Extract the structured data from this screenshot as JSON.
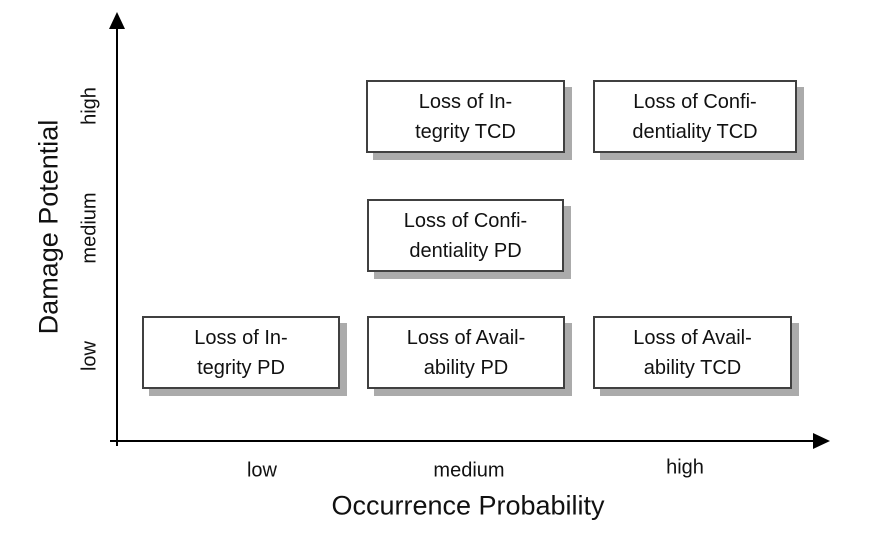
{
  "chart_data": {
    "type": "scatter",
    "title": "",
    "xlabel": "Occurrence Probability",
    "ylabel": "Damage Potential",
    "x_ticks": [
      "low",
      "medium",
      "high"
    ],
    "y_ticks": [
      "low",
      "medium",
      "high"
    ],
    "grid": false,
    "legend": false,
    "points": [
      {
        "label": "Loss of Integrity TCD",
        "x": "medium",
        "y": "high"
      },
      {
        "label": "Loss of Confidentiality TCD",
        "x": "high",
        "y": "high"
      },
      {
        "label": "Loss of Confidentiality PD",
        "x": "medium",
        "y": "medium"
      },
      {
        "label": "Loss of Integrity PD",
        "x": "low",
        "y": "low"
      },
      {
        "label": "Loss of Availability PD",
        "x": "medium",
        "y": "low"
      },
      {
        "label": "Loss of Availability TCD",
        "x": "high",
        "y": "low"
      }
    ]
  },
  "axes": {
    "x": {
      "label": "Occurrence Probability",
      "ticks": [
        "low",
        "medium",
        "high"
      ]
    },
    "y": {
      "label": "Damage Potential",
      "ticks": [
        "high",
        "medium",
        "low"
      ]
    }
  },
  "boxes": [
    {
      "line1": "Loss of In-",
      "line2": "tegrity TCD"
    },
    {
      "line1": "Loss of Confi-",
      "line2": "dentiality TCD"
    },
    {
      "line1": "Loss of Confi-",
      "line2": "dentiality PD"
    },
    {
      "line1": "Loss of In-",
      "line2": "tegrity PD"
    },
    {
      "line1": "Loss of Avail-",
      "line2": "ability PD"
    },
    {
      "line1": "Loss of Avail-",
      "line2": "ability TCD"
    }
  ],
  "colors": {
    "background": "#ffffff",
    "axis": "#000000",
    "box_border": "#404040",
    "box_shadow": "#ababab",
    "text": "#111111"
  }
}
